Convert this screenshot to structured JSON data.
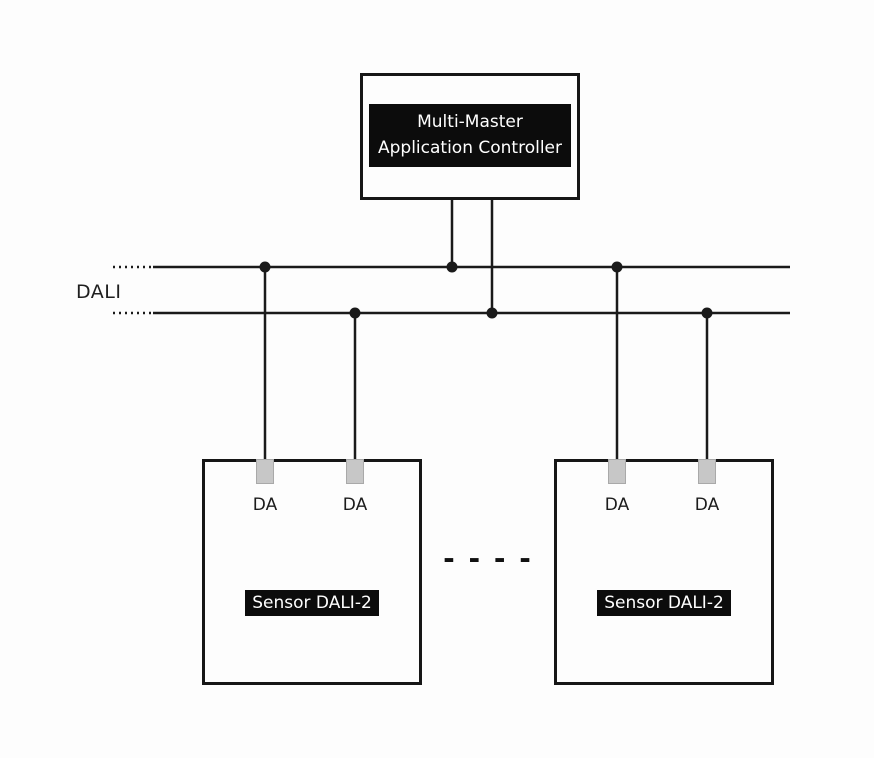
{
  "diagram": {
    "controller": {
      "label_lines": [
        "Multi-Master",
        "Application Controller"
      ]
    },
    "bus": {
      "label": "DALI",
      "wire_count": 2
    },
    "separator": "- - - -",
    "sensors": [
      {
        "label": "Sensor DALI-2",
        "terminals": [
          {
            "label": "DA"
          },
          {
            "label": "DA"
          }
        ]
      },
      {
        "label": "Sensor DALI-2",
        "terminals": [
          {
            "label": "DA"
          },
          {
            "label": "DA"
          }
        ]
      }
    ],
    "colors": {
      "line": "#1a1a1a",
      "label_bg": "#0c0c0c",
      "label_text": "#ffffff",
      "terminal_fill": "#c7c7c7",
      "background": "#fdfdfd"
    }
  }
}
